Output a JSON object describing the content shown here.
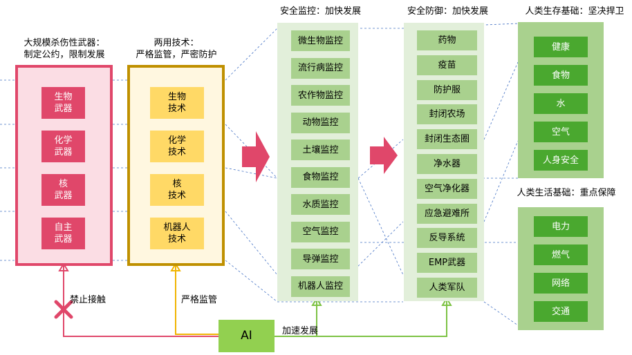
{
  "weapons": {
    "title_line1": "大规模杀伤性武器：",
    "title_line2": "制定公约，限制发展",
    "items": [
      [
        "生物",
        "武器"
      ],
      [
        "化学",
        "武器"
      ],
      [
        "核",
        "武器"
      ],
      [
        "自主",
        "武器"
      ]
    ]
  },
  "dual": {
    "title_line1": "两用技术：",
    "title_line2": "严格监管，严密防护",
    "items": [
      [
        "生物",
        "技术"
      ],
      [
        "化学",
        "技术"
      ],
      [
        "核",
        "技术"
      ],
      [
        "机器人",
        "技术"
      ]
    ]
  },
  "monitor": {
    "title": "安全监控：加快发展",
    "items": [
      "微生物监控",
      "流行病监控",
      "农作物监控",
      "动物监控",
      "土壤监控",
      "食物监控",
      "水质监控",
      "空气监控",
      "导弹监控",
      "机器人监控"
    ]
  },
  "defense": {
    "title": "安全防御：加快发展",
    "items": [
      "药物",
      "疫苗",
      "防护服",
      "封闭农场",
      "封闭生态圈",
      "净水器",
      "空气净化器",
      "应急避难所",
      "反导系统",
      "EMP武器",
      "人类军队"
    ]
  },
  "survival": {
    "title": "人类生存基础：坚决捍卫",
    "items": [
      "健康",
      "食物",
      "水",
      "空气",
      "人身安全"
    ]
  },
  "living": {
    "title": "人类生活基础：重点保障",
    "items": [
      "电力",
      "燃气",
      "网络",
      "交通"
    ]
  },
  "ai": {
    "label": "AI"
  },
  "edges": {
    "forbid": "禁止接触",
    "regulate": "严格监管",
    "accelerate": "加速发展"
  },
  "colors": {
    "red": "#e0476a",
    "yellow": "#ffd966",
    "light_green": "#a9d18e",
    "dark_green": "#4aa82f",
    "ai_green": "#92d050"
  }
}
